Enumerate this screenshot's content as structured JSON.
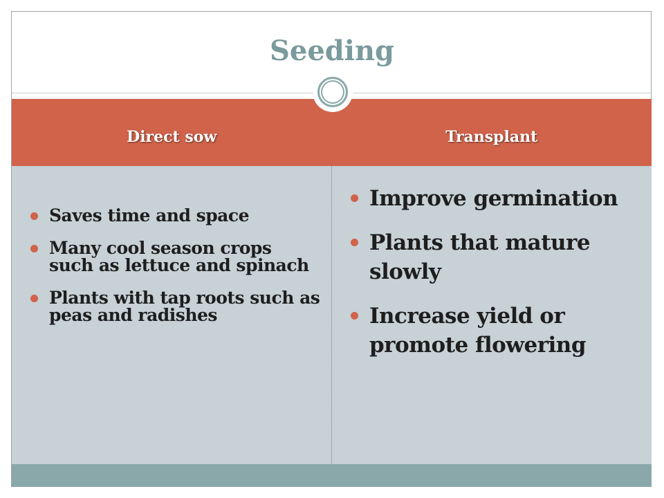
{
  "slide": {
    "title": "Seeding",
    "accent_color": "#d0634a",
    "title_color": "#7b9a9c",
    "band_color": "#8aa8a9"
  },
  "table": {
    "headers": [
      "Direct sow",
      "Transplant"
    ],
    "direct_sow": [
      "Saves time and space",
      "Many cool season crops such as lettuce and spinach",
      "Plants with tap roots such as peas and radishes"
    ],
    "transplant": [
      "Improve germination",
      "Plants that mature slowly",
      "Increase yield or promote flowering"
    ]
  }
}
